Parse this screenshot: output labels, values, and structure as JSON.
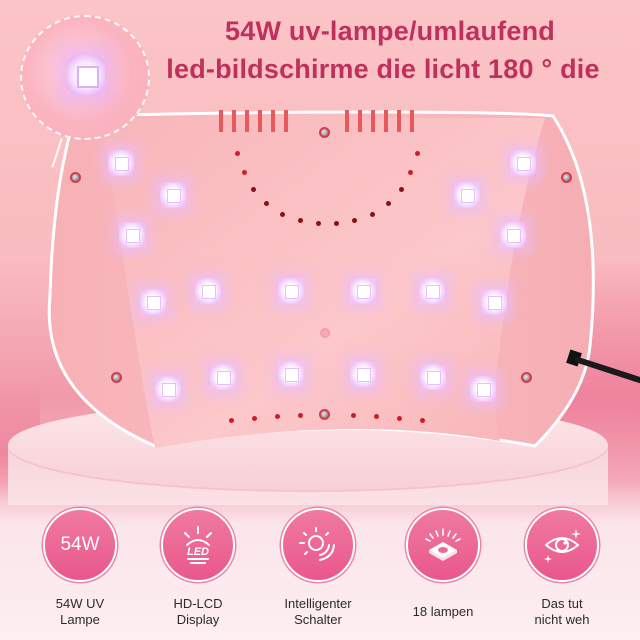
{
  "title": {
    "line1": "54W uv-lampe/umlaufend",
    "line2": "led-bildschirme die licht 180 ° die"
  },
  "colors": {
    "title": "#c0305c",
    "icon_circle": "#ec6a96",
    "background": "#f9bcc0"
  },
  "product": {
    "name": "UV LED nail lamp",
    "led_count_visible": 18
  },
  "features": [
    {
      "icon": "54w-text-icon",
      "icon_text": "54W",
      "label_line1": "54W UV",
      "label_line2": "Lampe"
    },
    {
      "icon": "led-display-icon",
      "icon_text": "LED",
      "label_line1": "HD-LCD",
      "label_line2": "Display"
    },
    {
      "icon": "smart-sensor-icon",
      "icon_text": "",
      "label_line1": "Intelligenter",
      "label_line2": "Schalter"
    },
    {
      "icon": "lamp-beads-icon",
      "icon_text": "",
      "label_line1": "18 lampen",
      "label_line2": ""
    },
    {
      "icon": "eye-protection-icon",
      "icon_text": "",
      "label_line1": "Das tut",
      "label_line2": "nicht weh"
    }
  ]
}
